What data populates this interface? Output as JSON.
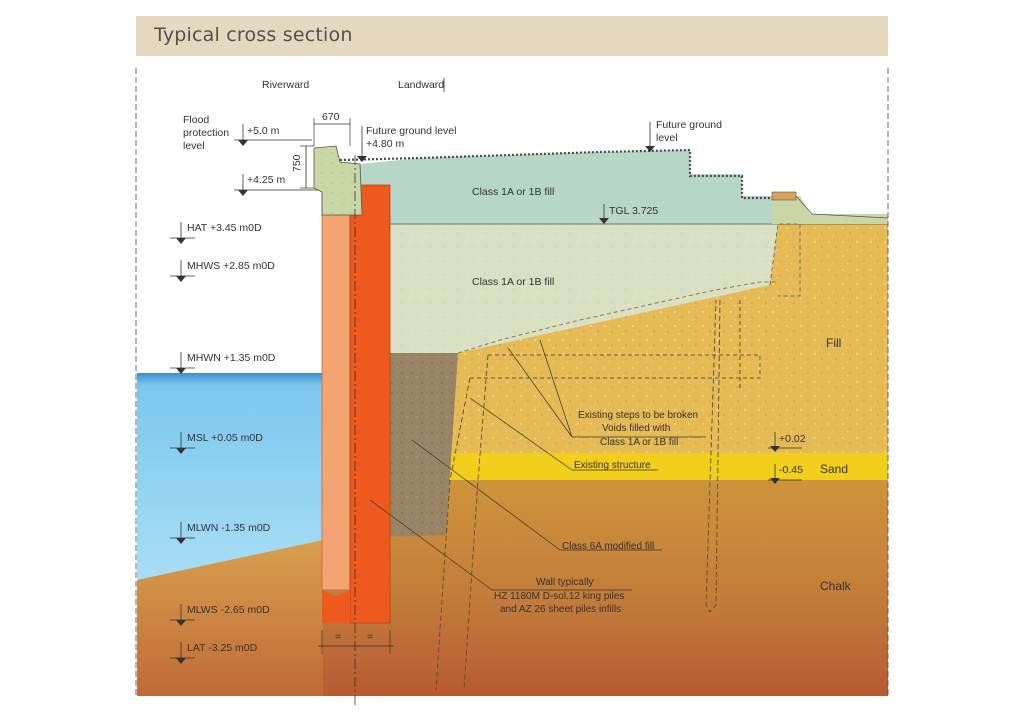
{
  "header": {
    "title": "Typical cross section"
  },
  "sides": {
    "riverward": "Riverward",
    "landward": "Landward"
  },
  "flood": {
    "label_line1": "Flood",
    "label_line2": "protection",
    "label_line3": "level",
    "level": "+5.0 m",
    "wall_top": "+4.25 m",
    "width_dim": "670",
    "height_dim": "750"
  },
  "future_ground_left": {
    "line1": "Future ground level",
    "line2": "+4.80 m"
  },
  "future_ground_right": {
    "line1": "Future ground",
    "line2": "level"
  },
  "tide_levels": [
    {
      "label": "HAT +3.45 m0D"
    },
    {
      "label": "MHWS +2.85 m0D"
    },
    {
      "label": "MHWN +1.35 m0D"
    },
    {
      "label": "MSL +0.05 m0D"
    },
    {
      "label": "MLWN -1.35 m0D"
    },
    {
      "label": "MLWS -2.65 m0D"
    },
    {
      "label": "LAT -3.25 m0D"
    }
  ],
  "layers": {
    "upper_fill": "Class 1A or 1B fill",
    "lower_fill": "Class 1A or 1B fill",
    "tgl": "TGL 3.725",
    "fill": "Fill",
    "sand": "Sand",
    "chalk": "Chalk"
  },
  "levels_right": {
    "top": "+0.02",
    "bottom": "-0.45"
  },
  "annotations": {
    "steps_line1": "Existing steps to be broken",
    "steps_line2": "Voids filled with",
    "steps_line3": "Class 1A or 1B fill",
    "existing_structure": "Existing structure",
    "class6a": "Class 6A modified fill",
    "wall_line1": "Wall typically",
    "wall_line2": "HZ 1180M D-sol.12 king piles",
    "wall_line3": "and AZ 26 sheet piles infills"
  },
  "pile_marks": {
    "left": "=",
    "right": "="
  },
  "colors": {
    "water": "#8fd3f0",
    "fill": "#e6bb55",
    "sand": "#f1cf1c",
    "chalk": "#c88838",
    "upper_fill": "#b8d6c8",
    "lower_fill": "#d9e0c3",
    "class6a": "#9a8466",
    "king_pile": "#ee5a1e",
    "sheet_pile": "#f4a373",
    "capping": "#c9d7a6"
  }
}
